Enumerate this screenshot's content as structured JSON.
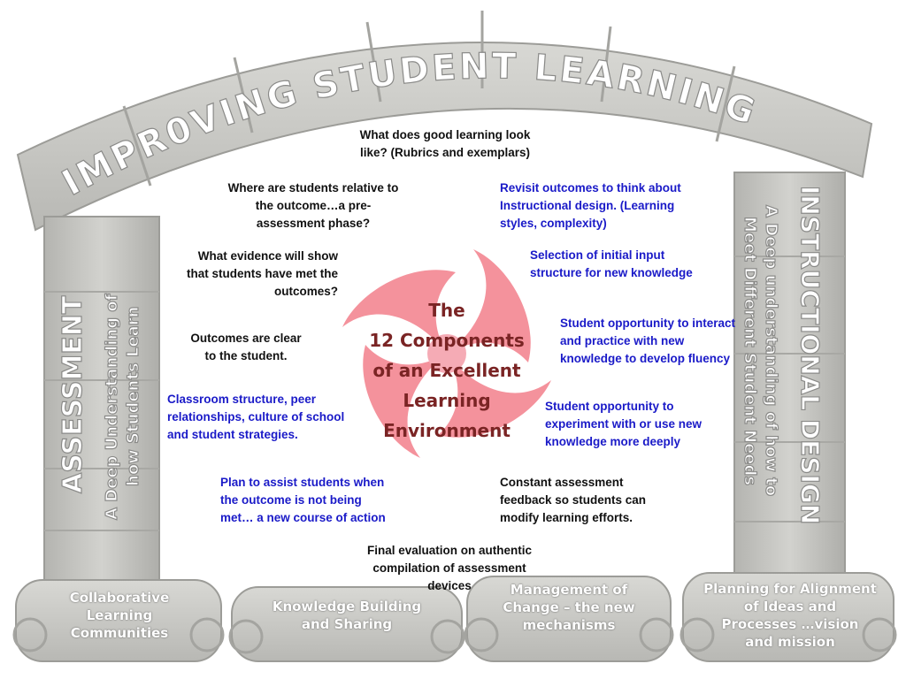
{
  "arch_title": "IMPR0VING STUDENT LEARNING",
  "left_pillar": {
    "heading": "ASSESSMENT",
    "subheading_line1": "A Deep Understanding of",
    "subheading_line2": "how Students Learn"
  },
  "right_pillar": {
    "heading": "INSTRUCTIONAL DESIGN",
    "subheading_line1": "A Deep understanding of how to",
    "subheading_line2": "Meet Different Student Needs"
  },
  "center": {
    "title": "The\n12 Components\nof an Excellent\nLearning\nEnvironment",
    "swirl_color": "#ee5060",
    "title_color": "#7a2424"
  },
  "components": {
    "good_learning": "What does good learning look\nlike? (Rubrics and exemplars)",
    "students_relative": "Where are students relative to\nthe outcome…a pre-\nassessment phase?",
    "evidence": "What evidence will show\nthat students have met the\noutcomes?",
    "outcomes_clear": "Outcomes are clear\nto the student.",
    "classroom_structure": "Classroom structure, peer\nrelationships, culture of school\nand student strategies.",
    "plan_assist": "Plan to assist students when\nthe outcome is not being\nmet… a new course of action",
    "final_evaluation": "Final evaluation on authentic\ncompilation of assessment\ndevices",
    "constant_assessment": "Constant assessment\nfeedback so students can\nmodify learning efforts.",
    "experiment": "Student opportunity to\nexperiment with or use new\nknowledge more deeply",
    "interact_practice": "Student opportunity to interact\nand practice  with new\nknowledge to develop fluency",
    "initial_input": "Selection of initial input\nstructure for new knowledge",
    "revisit_outcomes": "Revisit outcomes to think about\nInstructional design. (Learning\nstyles, complexity)"
  },
  "bases": {
    "collaborative": "Collaborative\nLearning\nCommunities",
    "knowledge": "Knowledge Building\nand Sharing",
    "change": "Management of\nChange – the new\nmechanisms",
    "planning": "Planning for Alignment\nof Ideas and\nProcesses …vision\nand mission"
  },
  "colors": {
    "black_text": "#111111",
    "blue_text": "#1a1ac8",
    "stone": "#c9c9c5"
  }
}
